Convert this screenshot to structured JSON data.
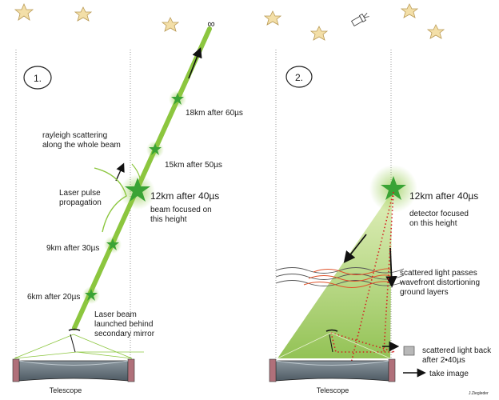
{
  "panel1": {
    "number_label": "1.",
    "infinity": "∞",
    "rayleigh_line1": "rayleigh scattering",
    "rayleigh_line2": "along the whole beam",
    "pulse_line1": "Laser pulse",
    "pulse_line2": "propagation",
    "label_18km": "18km after 60µs",
    "label_15km": "15km after 50µs",
    "label_12km": "12km after 40µs",
    "focus_line1": "beam focused on",
    "focus_line2": "this height",
    "label_9km": "9km after 30µs",
    "label_6km": "6km after 20µs",
    "launch_line1": "Laser beam",
    "launch_line2": "launched behind",
    "launch_line3": "secondary mirror",
    "telescope_label": "Telescope"
  },
  "panel2": {
    "number_label": "2.",
    "label_12km": "12km after 40µs",
    "detector_line1": "detector focused",
    "detector_line2": "on this height",
    "scatter_line1": "scattered light passes",
    "scatter_line2": "wavefront distortioning",
    "scatter_line3": "ground layers",
    "back_line1": "scattered light back",
    "back_line2": "after 2•40µs",
    "take_image": "take image",
    "telescope_label": "Telescope",
    "author": "J.Ziegleder"
  },
  "colors": {
    "beam": "#8cc63f",
    "star_green": "#3aa335",
    "star_gold": "#f3dfa8",
    "mirror": "#6e7b85",
    "mount": "#b0707a",
    "dotted": "#d42020",
    "wave_red": "#e0522a",
    "cone": "#a8d06a"
  }
}
